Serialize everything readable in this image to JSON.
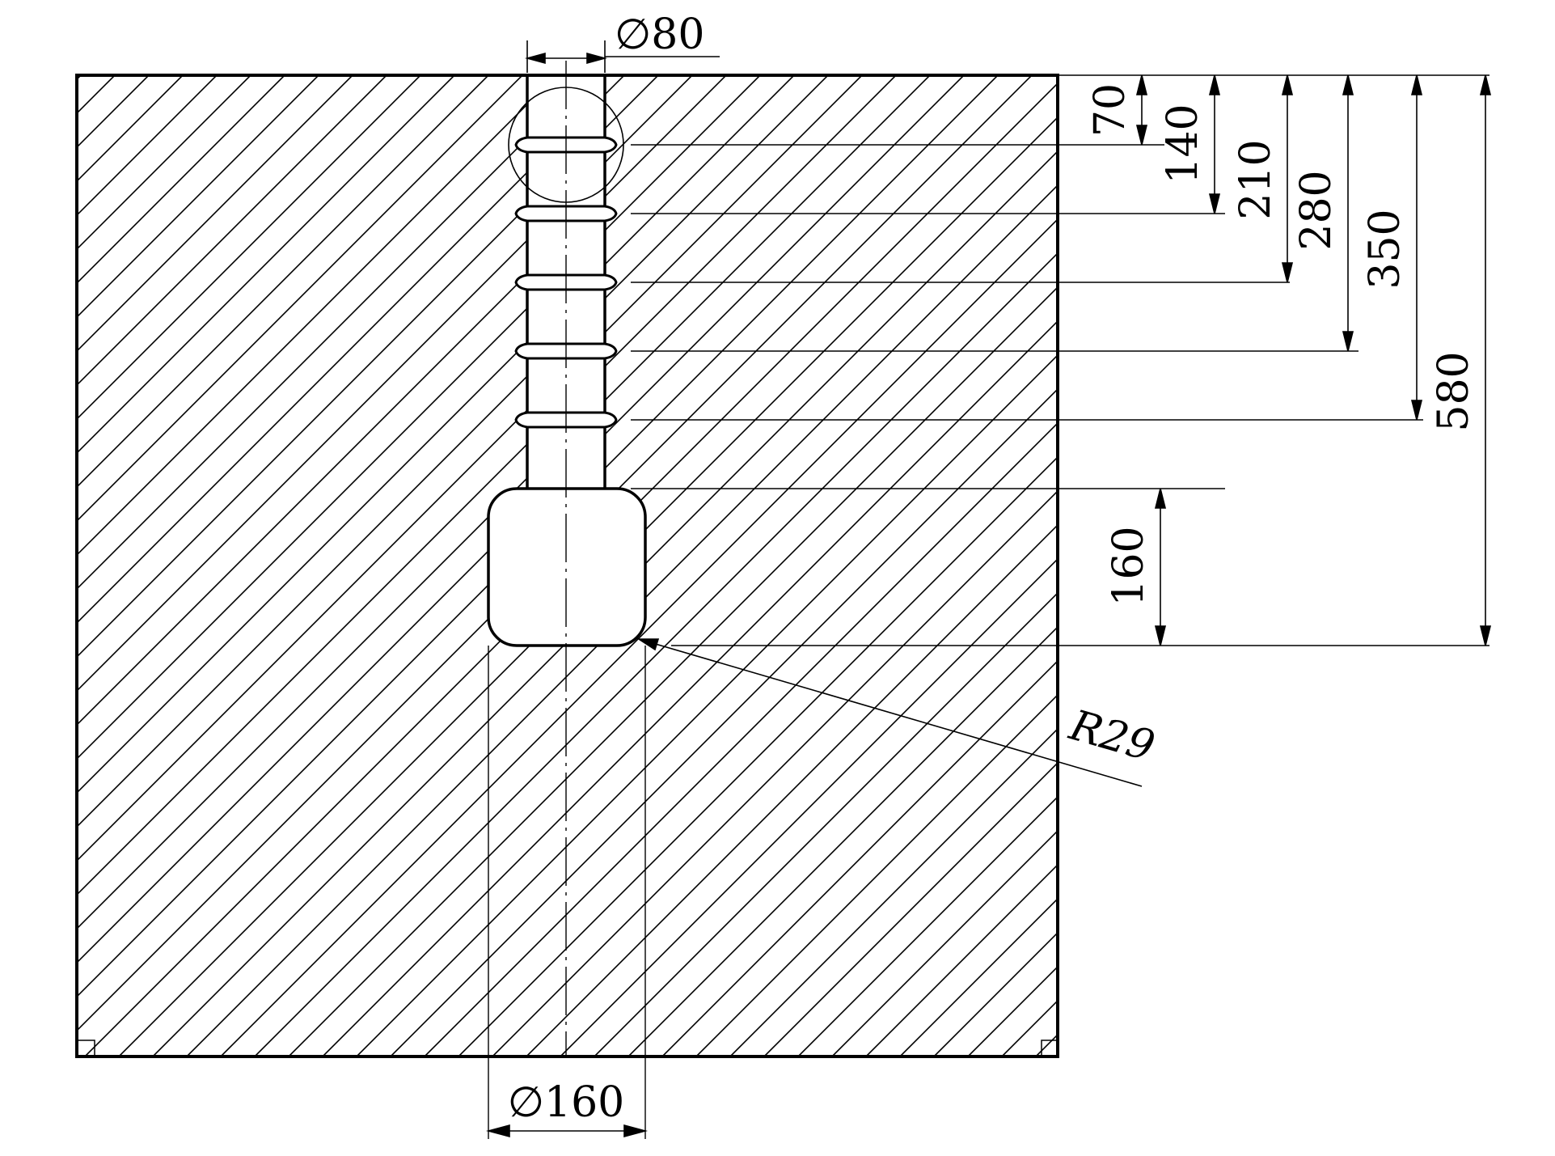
{
  "drawing": {
    "dimensions": {
      "top_diameter": "∅80",
      "bottom_diameter": "∅160",
      "radius": "R29",
      "depths": [
        "70",
        "140",
        "210",
        "280",
        "350",
        "580"
      ],
      "cavity_height": "160"
    },
    "colors": {
      "line": "#000000",
      "background": "#ffffff"
    }
  }
}
